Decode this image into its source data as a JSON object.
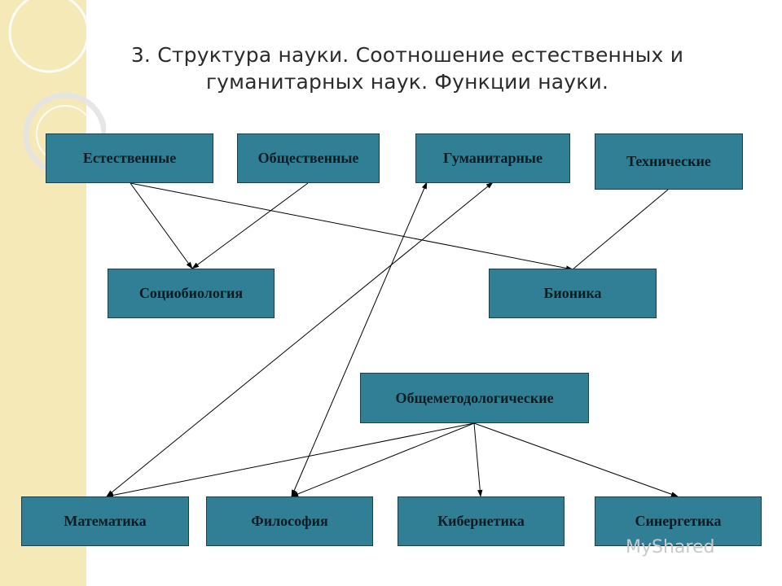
{
  "slide": {
    "title_line1": "3. Структура науки. Соотношение естественных и",
    "title_line2": "гуманитарных наук. Функции науки."
  },
  "nodes": {
    "natural": "Естественные",
    "social": "Общественные",
    "humanities": "Гуманитарные",
    "technical": "Технические",
    "sociobiology": "Социобиология",
    "bionics": "Бионика",
    "general_methodological": "Общеметодологические",
    "mathematics": "Математика",
    "philosophy": "Философия",
    "cybernetics": "Кибернетика",
    "synergetics": "Синергетика"
  },
  "edges": [
    {
      "from": "natural",
      "to": "sociobiology",
      "arrow": "end"
    },
    {
      "from": "social",
      "to": "sociobiology",
      "arrow": "end"
    },
    {
      "from": "natural",
      "to": "bionics",
      "arrow": "end"
    },
    {
      "from": "technical",
      "to": "bionics",
      "arrow": "none"
    },
    {
      "from": "humanities",
      "to": "mathematics",
      "arrow": "both"
    },
    {
      "from": "philosophy",
      "to": "humanities",
      "arrow": "both"
    },
    {
      "from": "general_methodological",
      "to": "mathematics",
      "arrow": "end"
    },
    {
      "from": "general_methodological",
      "to": "philosophy",
      "arrow": "end"
    },
    {
      "from": "general_methodological",
      "to": "cybernetics",
      "arrow": "end"
    },
    {
      "from": "general_methodological",
      "to": "synergetics",
      "arrow": "end"
    }
  ],
  "colors": {
    "box_fill": "#317f94",
    "box_border": "#1c3f4c",
    "band": "#f6e9b8",
    "line": "#000000"
  },
  "watermark": "MyShared"
}
